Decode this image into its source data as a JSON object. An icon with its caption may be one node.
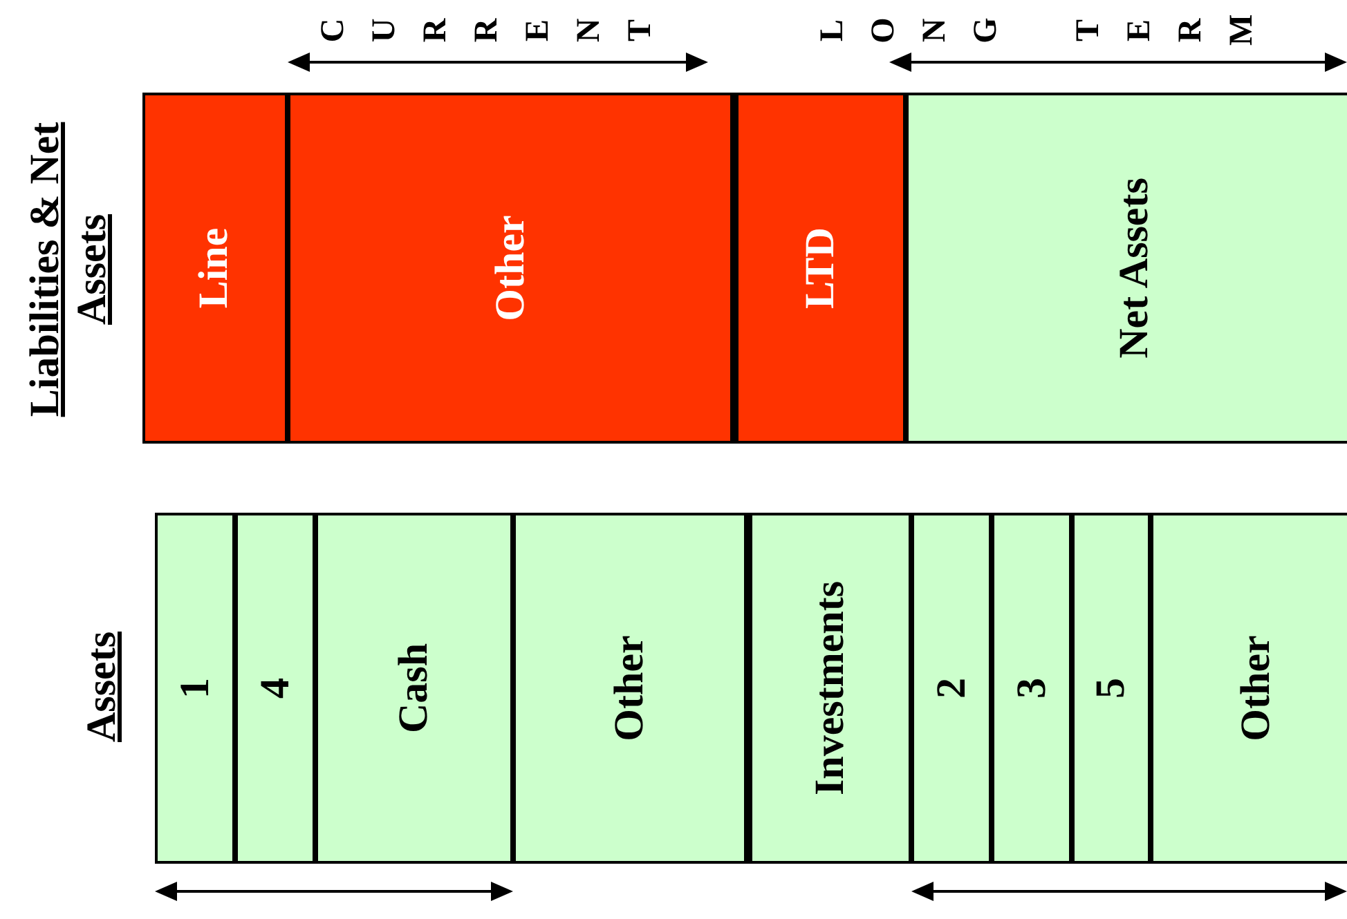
{
  "diagram": {
    "nodes": [
      {
        "text": [
          "Line"
        ]
      },
      {
        "text": [
          "Other"
        ]
      },
      {
        "text": [
          "LTD"
        ]
      },
      {
        "text": [
          "Net Assets"
        ]
      },
      {
        "text": [
          "1"
        ]
      },
      {
        "text": [
          "4"
        ]
      },
      {
        "text": [
          "Cash"
        ]
      },
      {
        "text": [
          "Other"
        ]
      },
      {
        "text": [
          "Investments"
        ]
      },
      {
        "text": [
          "2"
        ]
      },
      {
        "text": [
          "3"
        ]
      },
      {
        "text": [
          "5"
        ]
      },
      {
        "text": [
          "Other"
        ]
      }
    ],
    "labels": [
      "Liabilities & Net Assets",
      "Assets",
      "CURRENT",
      "LONG TERM"
    ]
  }
}
